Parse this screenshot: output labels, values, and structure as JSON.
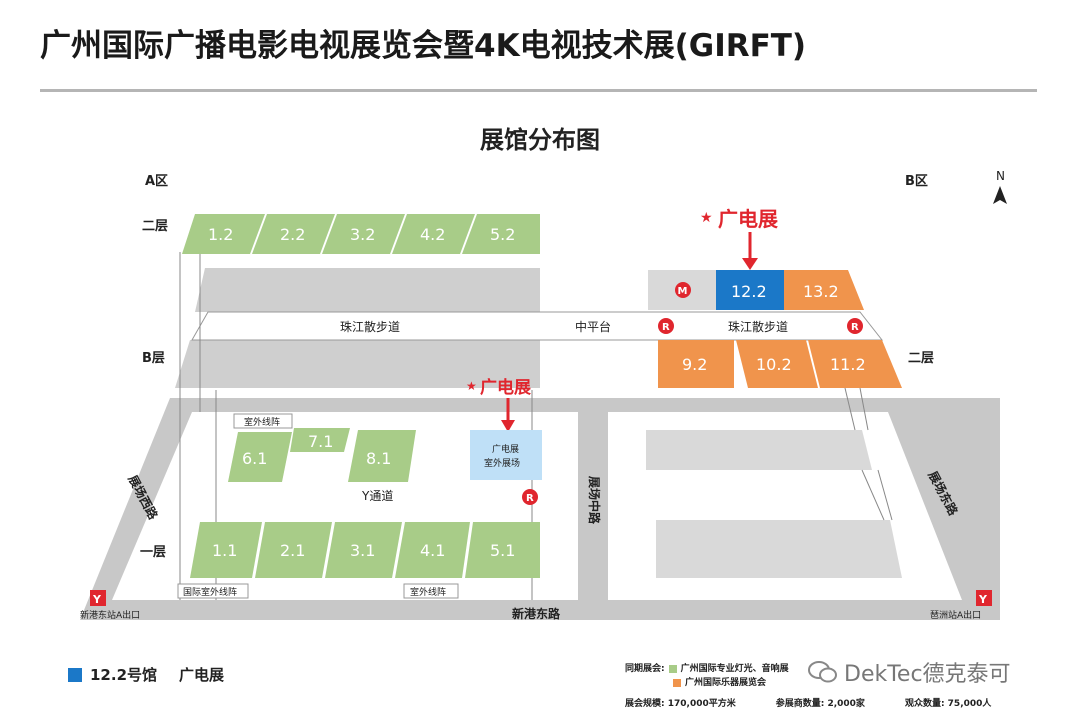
{
  "header": {
    "title": "广州国际广播电影电视展览会暨4K电视技术展(GIRFT)",
    "subtitle": "展馆分布图"
  },
  "zones": {
    "a": "A区",
    "b": "B区",
    "north": "N"
  },
  "floors": {
    "second_a": "二层",
    "b_layer": "B层",
    "first": "一层",
    "second_b": "二层"
  },
  "halls": {
    "h12": "1.2",
    "h22": "2.2",
    "h32": "3.2",
    "h42": "4.2",
    "h52": "5.2",
    "h61": "6.1",
    "h71": "7.1",
    "h81": "8.1",
    "h11": "1.1",
    "h21": "2.1",
    "h31": "3.1",
    "h41": "4.1",
    "h51": "5.1",
    "h122": "12.2",
    "h132": "13.2",
    "h92": "9.2",
    "h102": "10.2",
    "h112": "11.2"
  },
  "markers": {
    "gd_top": "广电展",
    "gd_mid": "广电展",
    "star": "★",
    "m": "M",
    "r": "R",
    "outdoor_line1": "广电展",
    "outdoor_line2": "室外展场"
  },
  "paths": {
    "zhujiang_left": "珠江散步道",
    "zhongpingtai": "中平台",
    "zhujiang_right": "珠江散步道",
    "y_channel": "Y通道",
    "outdoor_top": "室外线阵",
    "outdoor_intl": "国际室外线阵",
    "outdoor_bottom": "室外线阵"
  },
  "roads": {
    "west": "展场西路",
    "middle": "展场中路",
    "east": "展场东路",
    "south": "新港东路",
    "station_left": "新港东站A出口",
    "station_right": "琶洲站A出口"
  },
  "legend": {
    "label": "12.2号馆",
    "name": "广电展"
  },
  "concurrent": {
    "heading": "同期展会:",
    "item1": "广州国际专业灯光、音响展",
    "item2": "广州国际乐器展览会"
  },
  "stats": {
    "scale": "展会规模: 170,000平方米",
    "exhibitors": "参展商数量: 2,000家",
    "visitors": "观众数量: 75,000人"
  },
  "watermark": "DekTec德克泰可",
  "colors": {
    "green": "#a8cc88",
    "orange": "#f0944c",
    "blue": "#1b78c8",
    "red": "#e0262e",
    "lightblue": "#bfe0f7",
    "gray": "#d6d6d6",
    "road": "#c8c8c8"
  }
}
